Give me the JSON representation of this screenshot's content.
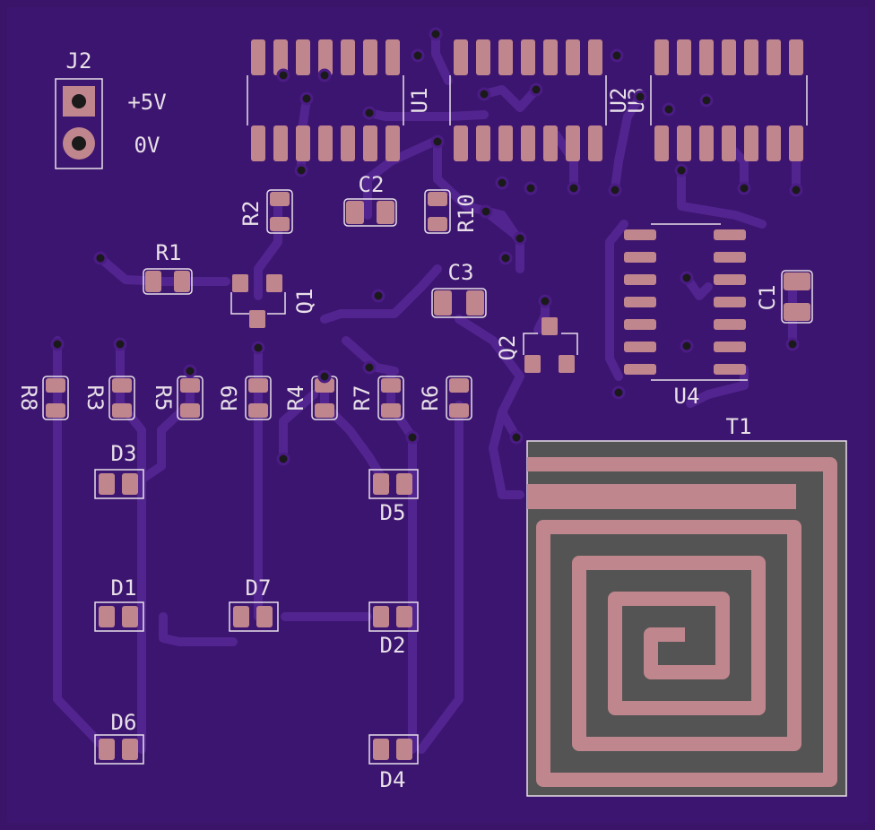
{
  "colors": {
    "background": "#3a1468",
    "trace": "#4a1c84",
    "trace_edge": "#52248f",
    "pad": "#c0868d",
    "silk": "#e8e0e8",
    "coil_bg": "#545454",
    "hole": "#1a1a1a"
  },
  "labels": {
    "j2": "J2",
    "plus5v": "+5V",
    "zero_v": "0V",
    "u1": "U1",
    "u2": "U2",
    "u3": "U3",
    "u4": "U4",
    "r1": "R1",
    "r2": "R2",
    "r3": "R3",
    "r4": "R4",
    "r5": "R5",
    "r6": "R6",
    "r7": "R7",
    "r8": "R8",
    "r9": "R9",
    "r10": "R10",
    "c1": "C1",
    "c2": "C2",
    "c3": "C3",
    "q1": "Q1",
    "q2": "Q2",
    "d1": "D1",
    "d2": "D2",
    "d3": "D3",
    "d4": "D4",
    "d5": "D5",
    "d6": "D6",
    "d7": "D7",
    "t1": "T1"
  }
}
